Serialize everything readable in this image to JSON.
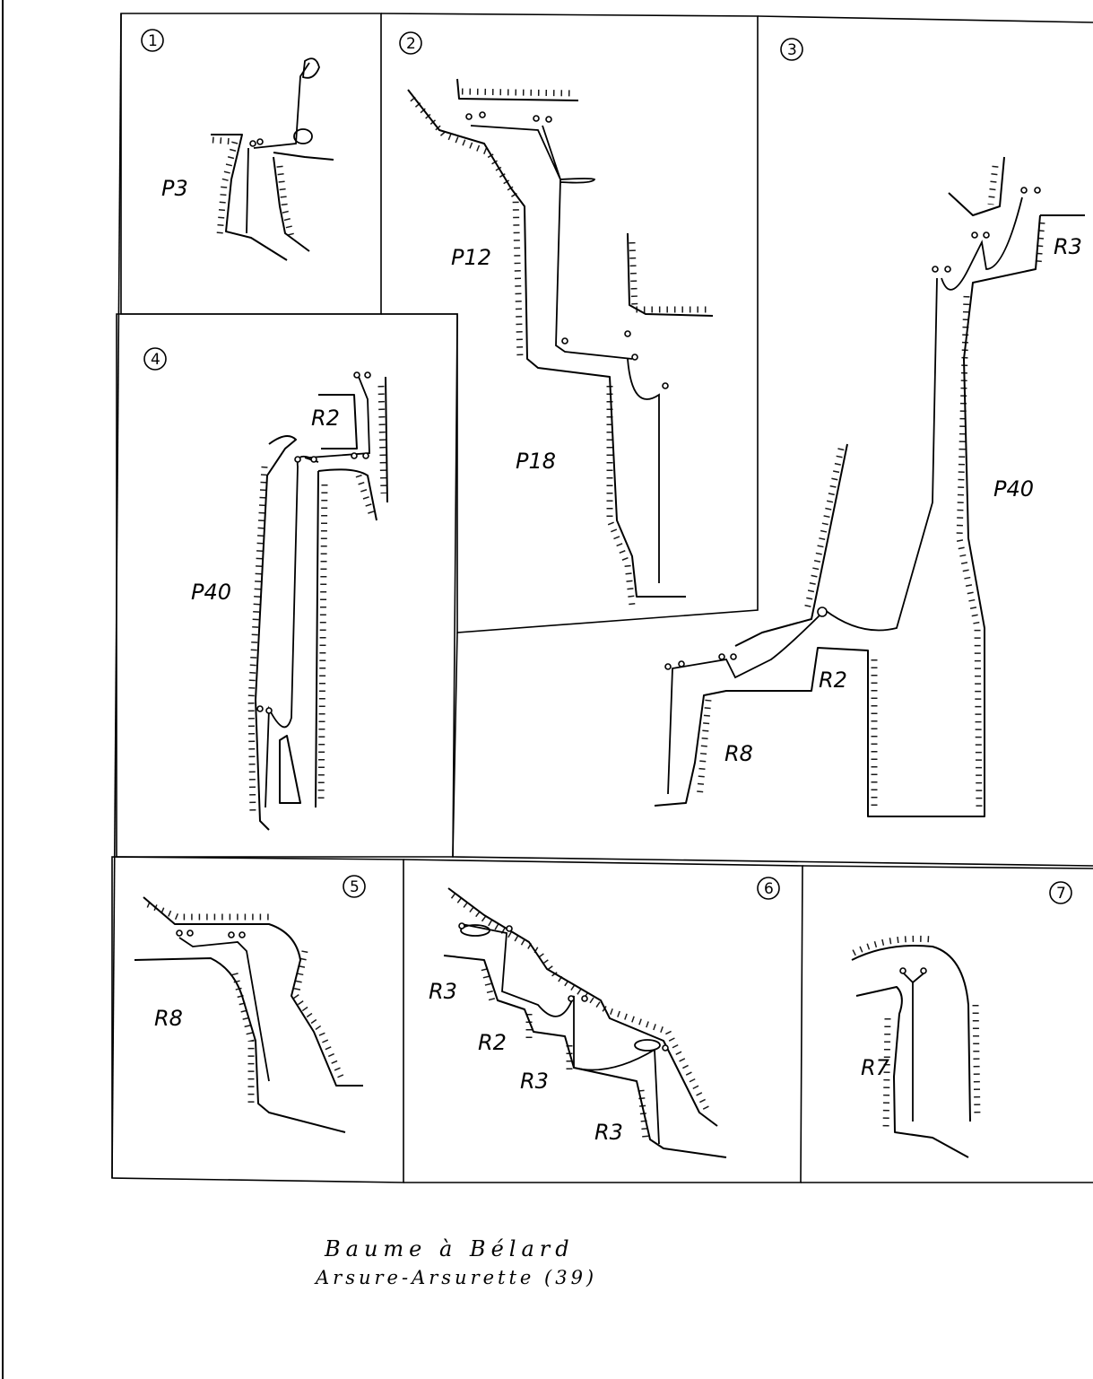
{
  "panels": [
    {
      "number": "1",
      "labels": [
        "P3"
      ]
    },
    {
      "number": "2",
      "labels": [
        "P12",
        "P18"
      ]
    },
    {
      "number": "3",
      "labels": [
        "R3",
        "P40",
        "R2",
        "R8"
      ]
    },
    {
      "number": "4",
      "labels": [
        "R2",
        "P40"
      ]
    },
    {
      "number": "5",
      "labels": [
        "R8"
      ]
    },
    {
      "number": "6",
      "labels": [
        "R3",
        "R2",
        "R3",
        "R3"
      ]
    },
    {
      "number": "7",
      "labels": [
        "R7"
      ]
    }
  ],
  "caption": {
    "line1": "Baume à Bélard",
    "line2": "Arsure-Arsurette (39)"
  }
}
